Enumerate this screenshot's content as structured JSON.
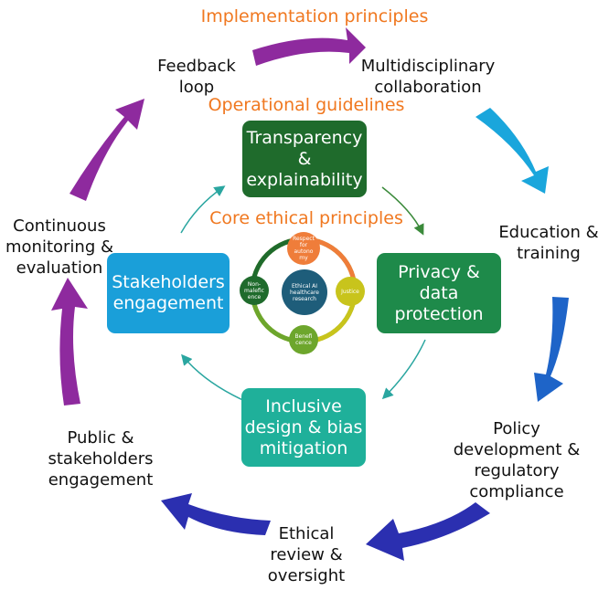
{
  "titles": {
    "implementation": "Implementation principles",
    "operational": "Operational guidelines",
    "core": "Core ethical principles"
  },
  "implementation_steps": [
    {
      "lines": [
        "Multidisciplinary",
        "collaboration"
      ]
    },
    {
      "lines": [
        "Education &",
        "training"
      ]
    },
    {
      "lines": [
        "Policy",
        "development &",
        "regulatory",
        "compliance"
      ]
    },
    {
      "lines": [
        "Ethical",
        "review &",
        "oversight"
      ]
    },
    {
      "lines": [
        "Public &",
        "stakeholders",
        "engagement"
      ]
    },
    {
      "lines": [
        "Continuous",
        "monitoring &",
        "evaluation"
      ]
    },
    {
      "lines": [
        "Feedback",
        "loop"
      ]
    }
  ],
  "operational_guidelines": [
    {
      "lines": [
        "Transparency",
        "&",
        "explainability"
      ],
      "color": "#1f6b2c"
    },
    {
      "lines": [
        "Privacy &",
        "data",
        "protection"
      ],
      "color": "#1e8a4a"
    },
    {
      "lines": [
        "Inclusive",
        "design & bias",
        "mitigation"
      ],
      "color": "#1fb09a"
    },
    {
      "lines": [
        "Stakeholders",
        "engagement"
      ],
      "color": "#1a9fd9"
    }
  ],
  "core_principles": {
    "center": {
      "lines": [
        "Ethical AI",
        "healthcare",
        "research"
      ],
      "color": "#1e5d7a"
    },
    "items": [
      {
        "lines": [
          "Respect",
          "for",
          "autono",
          "my"
        ],
        "color": "#ef7d3a"
      },
      {
        "lines": [
          "Justice"
        ],
        "color": "#c8c41c"
      },
      {
        "lines": [
          "Benefi",
          "cence"
        ],
        "color": "#6da62c"
      },
      {
        "lines": [
          "Non-",
          "malefic",
          "ence"
        ],
        "color": "#1f6b2c"
      }
    ]
  },
  "colors": {
    "title_orange": "#f07820",
    "arrow_purple": "#8e2a9e",
    "arrow_cyan": "#1aa6dc",
    "arrow_blue": "#1e64c8",
    "arrow_indigo": "#2b2fb0",
    "inner_green_arrow": "#3b8a3b",
    "inner_teal_arrow": "#2aa6a0"
  }
}
